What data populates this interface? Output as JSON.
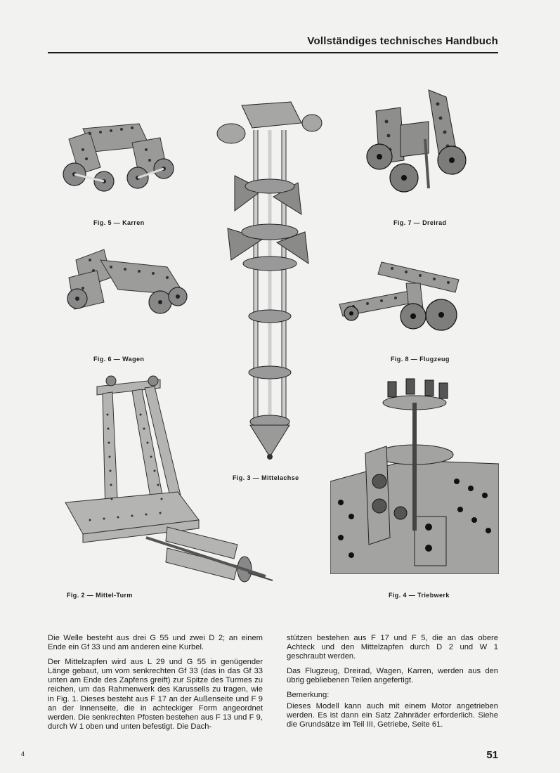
{
  "header": {
    "title": "Vollständiges technisches Handbuch"
  },
  "figures": [
    {
      "id": "fig5",
      "caption": "Fig. 5 — Karren"
    },
    {
      "id": "fig7",
      "caption": "Fig. 7 — Dreirad"
    },
    {
      "id": "fig6",
      "caption": "Fig. 6 — Wagen"
    },
    {
      "id": "fig8",
      "caption": "Fig. 8 — Flugzeug"
    },
    {
      "id": "fig3",
      "caption": "Fig. 3 — Mittelachse"
    },
    {
      "id": "fig2",
      "caption": "Fig. 2 — Mittel-Turm"
    },
    {
      "id": "fig4",
      "caption": "Fig. 4 — Triebwerk"
    }
  ],
  "body": {
    "left": [
      "Die Welle besteht aus drei G 55 und zwei D 2; an einem Ende ein Gf 33 und am anderen eine Kurbel.",
      "Der Mittelzapfen wird aus L 29 und G 55 in genügender Länge gebaut, um vom senkrechten Gf 33 (das in das Gf 33 unten am Ende des Zapfens greift) zur Spitze des Turmes zu reichen, um das Rahmenwerk des Karussells zu tragen, wie in Fig. 1. Dieses besteht aus F 17 an der Außenseite und F 9 an der Innenseite, die in achteckiger Form angeordnet werden. Die senkrechten Pfosten bestehen aus F 13 und F 9, durch W 1 oben und unten befestigt. Die Dach-"
    ],
    "right": [
      "stützen bestehen aus F 17 und F 5, die an das obere Achteck und den Mittelzapfen durch D 2 und W 1 geschraubt werden.",
      "Das Flugzeug, Dreirad, Wagen, Karren, werden aus den übrig gebliebenen Teilen angefertigt.",
      "Bemerkung:",
      "Dieses Modell kann auch mit einem Motor angetrieben werden. Es ist dann ein Satz Zahnräder erforderlich. Siehe die Grundsätze im Teil III, Getriebe, Seite 61."
    ]
  },
  "page_number": "51",
  "side_number": "4"
}
